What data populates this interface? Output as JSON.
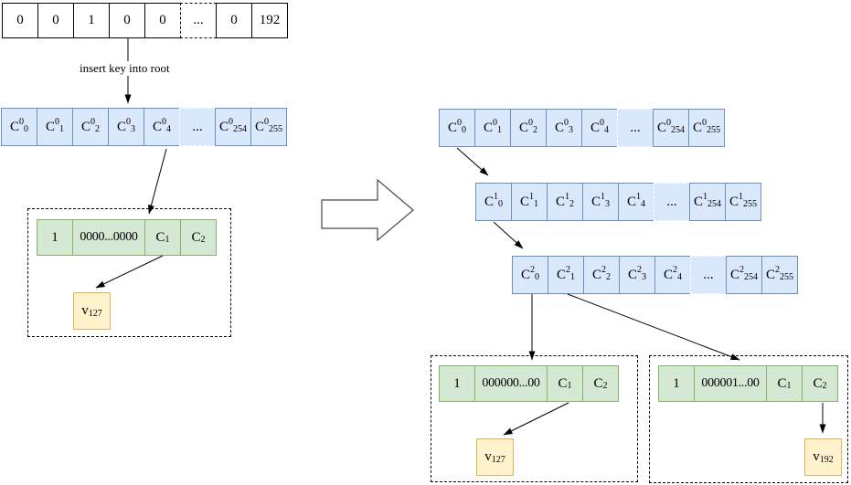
{
  "colors": {
    "node_fill": "#dae8fc",
    "node_stroke": "#6c8ebf",
    "leaf_fill": "#d5e8d4",
    "leaf_stroke": "#82b366",
    "value_fill": "#fff2cc",
    "value_stroke": "#d6b656",
    "key_fill": "#ffffff",
    "key_stroke": "#000000",
    "arrow_stroke": "#000000"
  },
  "annotations": {
    "insert_label": "insert key into root"
  },
  "key_array": {
    "cells": [
      "0",
      "0",
      "1",
      "0",
      "0",
      "...",
      "0",
      "192"
    ]
  },
  "before": {
    "root": {
      "cells": [
        "C^0_0",
        "C^0_1",
        "C^0_2",
        "C^0_3",
        "C^0_4",
        "...",
        "C^0_254",
        "C^0_255"
      ]
    },
    "leaf": {
      "cells": [
        "1",
        "0000...0000",
        "C_1",
        "C_2"
      ]
    },
    "value": "v_127"
  },
  "after": {
    "level0": {
      "cells": [
        "C^0_0",
        "C^0_1",
        "C^0_2",
        "C^0_3",
        "C^0_4",
        "...",
        "C^0_254",
        "C^0_255"
      ]
    },
    "level1": {
      "cells": [
        "C^1_0",
        "C^1_1",
        "C^1_2",
        "C^1_3",
        "C^1_4",
        "...",
        "C^1_254",
        "C^1_255"
      ]
    },
    "level2": {
      "cells": [
        "C^2_0",
        "C^2_1",
        "C^2_2",
        "C^2_3",
        "C^2_4",
        "...",
        "C^2_254",
        "C^2_255"
      ]
    },
    "leaf_left": {
      "cells": [
        "1",
        "000000...00",
        "C_1",
        "C_2"
      ]
    },
    "leaf_right": {
      "cells": [
        "1",
        "000001...00",
        "C_1",
        "C_2"
      ]
    },
    "value_left": "v_127",
    "value_right": "v_192"
  }
}
